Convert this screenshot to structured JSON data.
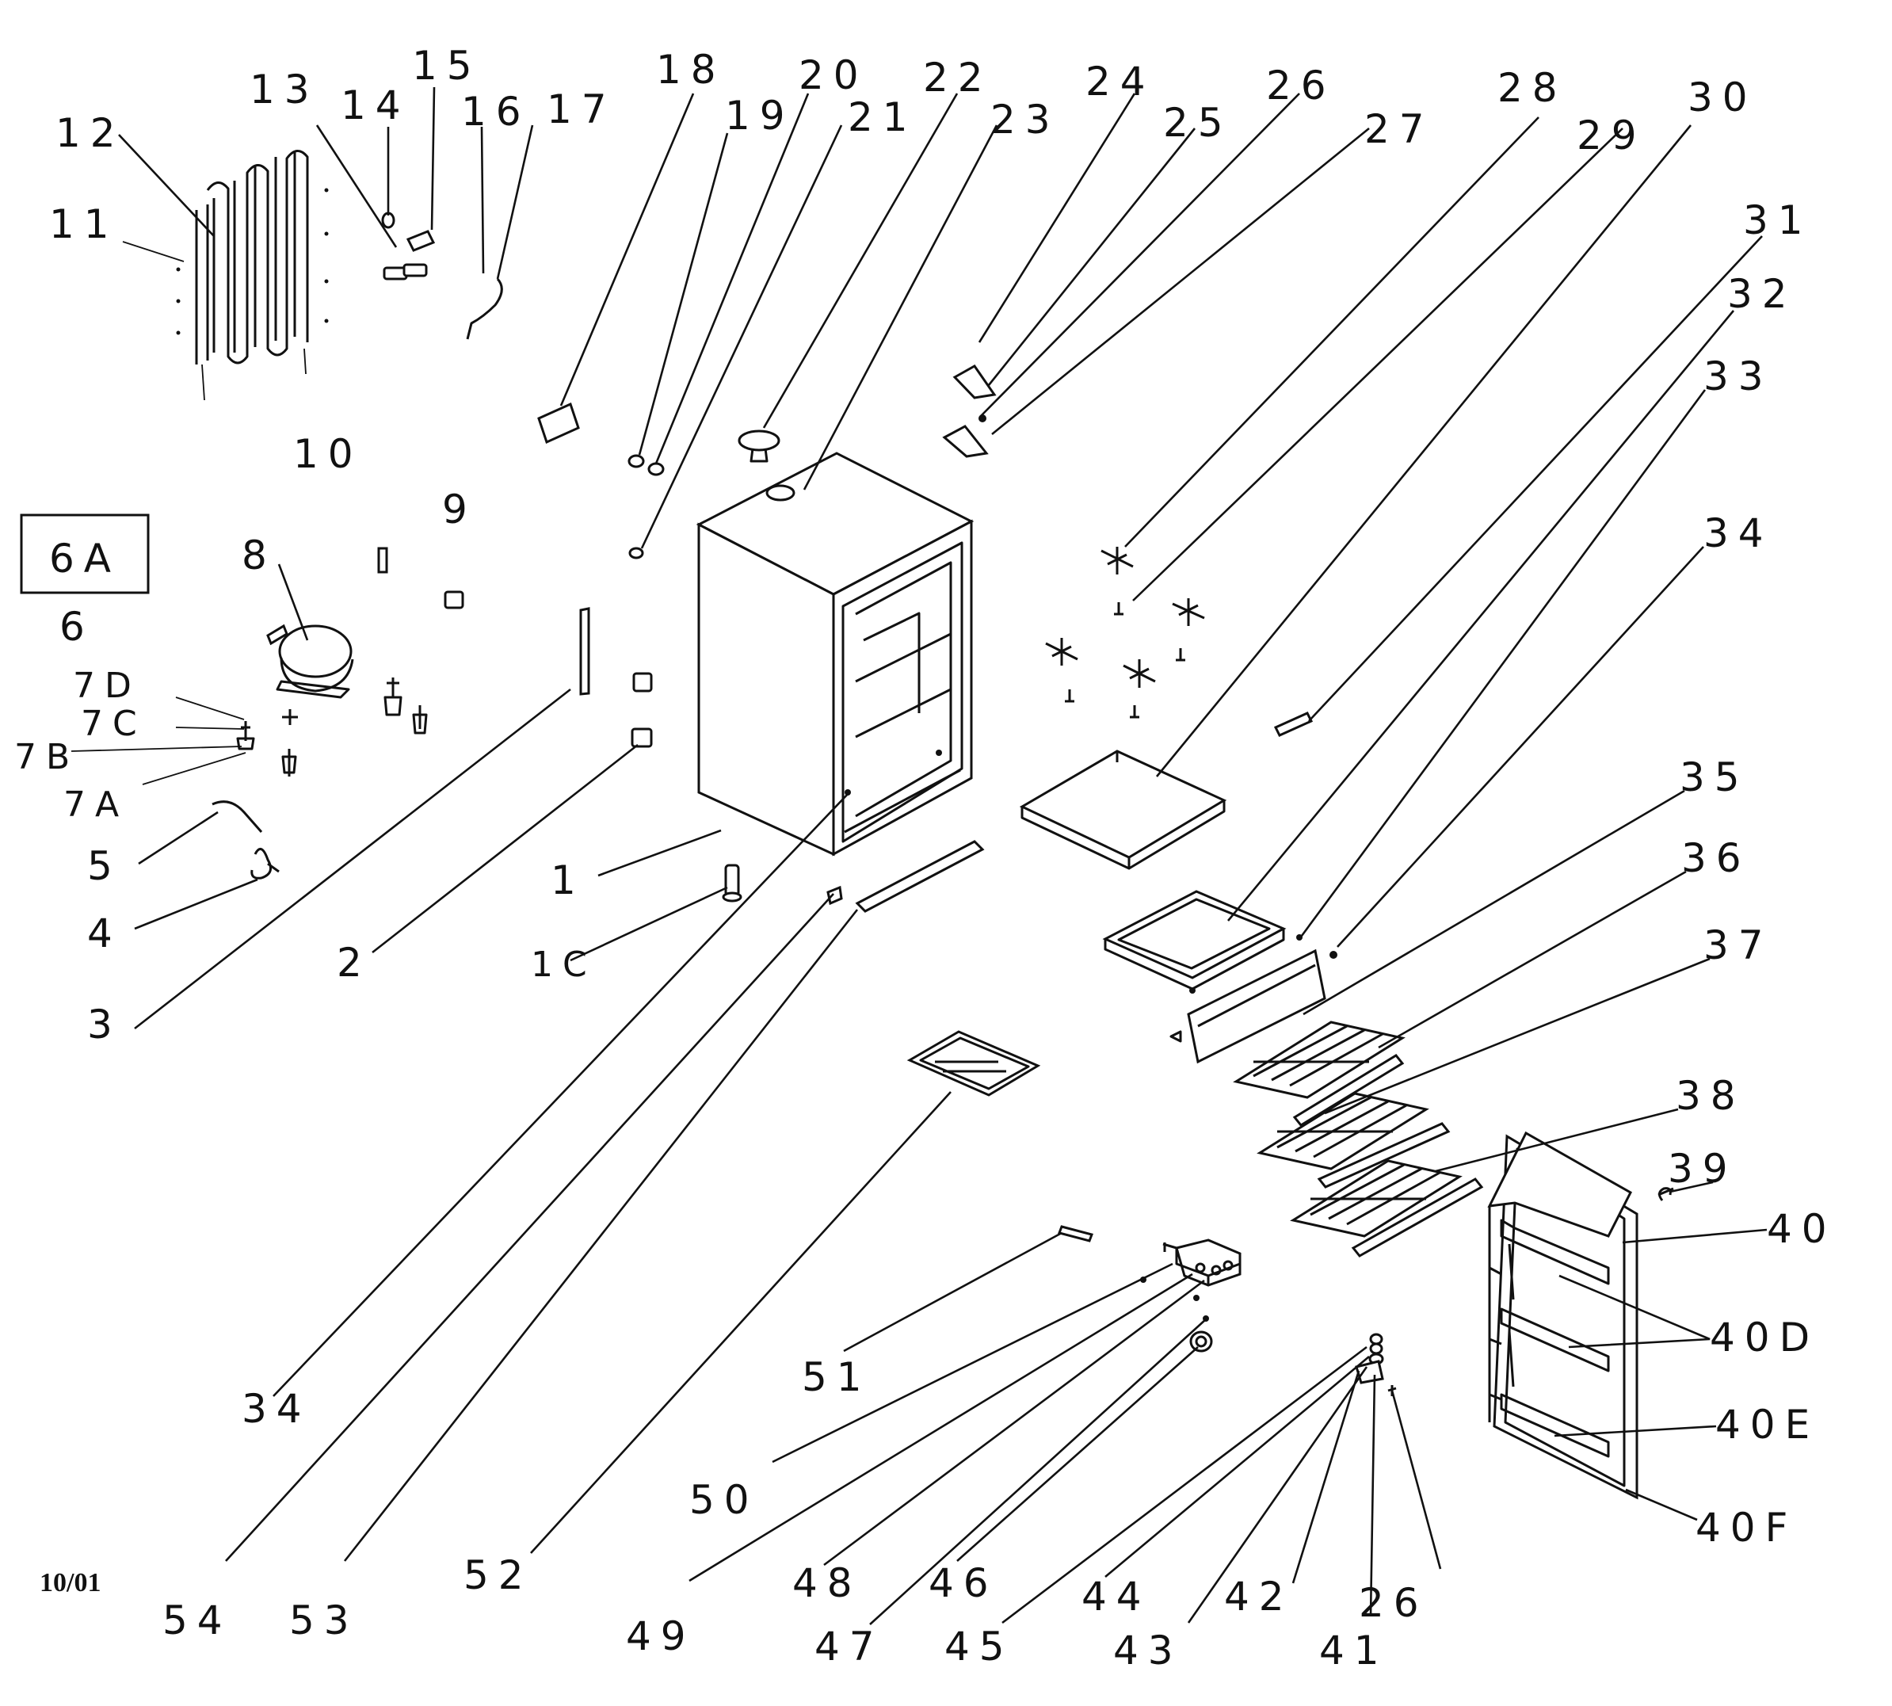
{
  "diagram": {
    "labels": {
      "p1": "1",
      "p1c": "1C",
      "p2": "2",
      "p3": "3",
      "p4": "4",
      "p5": "5",
      "p6": "6",
      "p6a": "6A",
      "p7a": "7A",
      "p7b": "7B",
      "p7c": "7C",
      "p7d": "7D",
      "p8": "8",
      "p9": "9",
      "p10": "10",
      "p11": "11",
      "p12": "12",
      "p13": "13",
      "p14": "14",
      "p15": "15",
      "p16": "16",
      "p17": "17",
      "p18": "18",
      "p19": "19",
      "p20": "20",
      "p21": "21",
      "p22": "22",
      "p23": "23",
      "p24": "24",
      "p25": "25",
      "p26": "26",
      "p26b": "26",
      "p27": "27",
      "p28": "28",
      "p29": "29",
      "p30": "30",
      "p31": "31",
      "p32": "32",
      "p33": "33",
      "p34": "34",
      "p34b": "34",
      "p35": "35",
      "p36": "36",
      "p37": "37",
      "p38": "38",
      "p39": "39",
      "p40": "40",
      "p40d": "40D",
      "p40e": "40E",
      "p40f": "40F",
      "p41": "41",
      "p42": "42",
      "p43": "43",
      "p44": "44",
      "p45": "45",
      "p46": "46",
      "p47": "47",
      "p48": "48",
      "p49": "49",
      "p50": "50",
      "p51": "51",
      "p52": "52",
      "p53": "53",
      "p54": "54"
    },
    "date_code": "10/01"
  }
}
